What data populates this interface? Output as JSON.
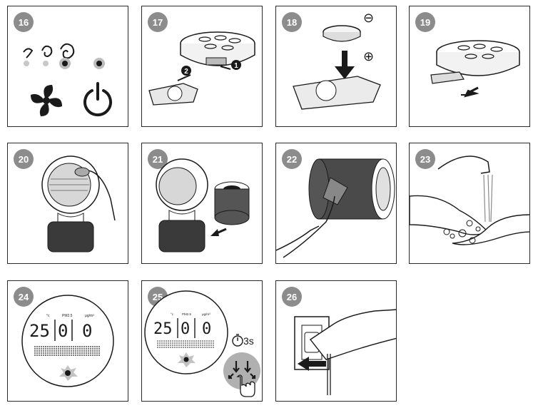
{
  "steps": [
    {
      "number": "16"
    },
    {
      "number": "17"
    },
    {
      "number": "18"
    },
    {
      "number": "19"
    },
    {
      "number": "20"
    },
    {
      "number": "21"
    },
    {
      "number": "22"
    },
    {
      "number": "23"
    },
    {
      "number": "24"
    },
    {
      "number": "25"
    },
    {
      "number": "26"
    }
  ],
  "step17": {
    "marker1": "1",
    "marker2": "2"
  },
  "step18": {
    "minus": "⊖",
    "plus": "⊕"
  },
  "display": {
    "unit_c": "°c",
    "unit_pm": "PM2.5",
    "unit_ug": "μg/m³",
    "value_left": "25",
    "value_mid": "0",
    "value_right": "0"
  },
  "step25": {
    "timer": "3s"
  },
  "colors": {
    "badge": "#8c8c8c",
    "line": "#1a1a1a",
    "accent_gray": "#b0b0b0"
  }
}
